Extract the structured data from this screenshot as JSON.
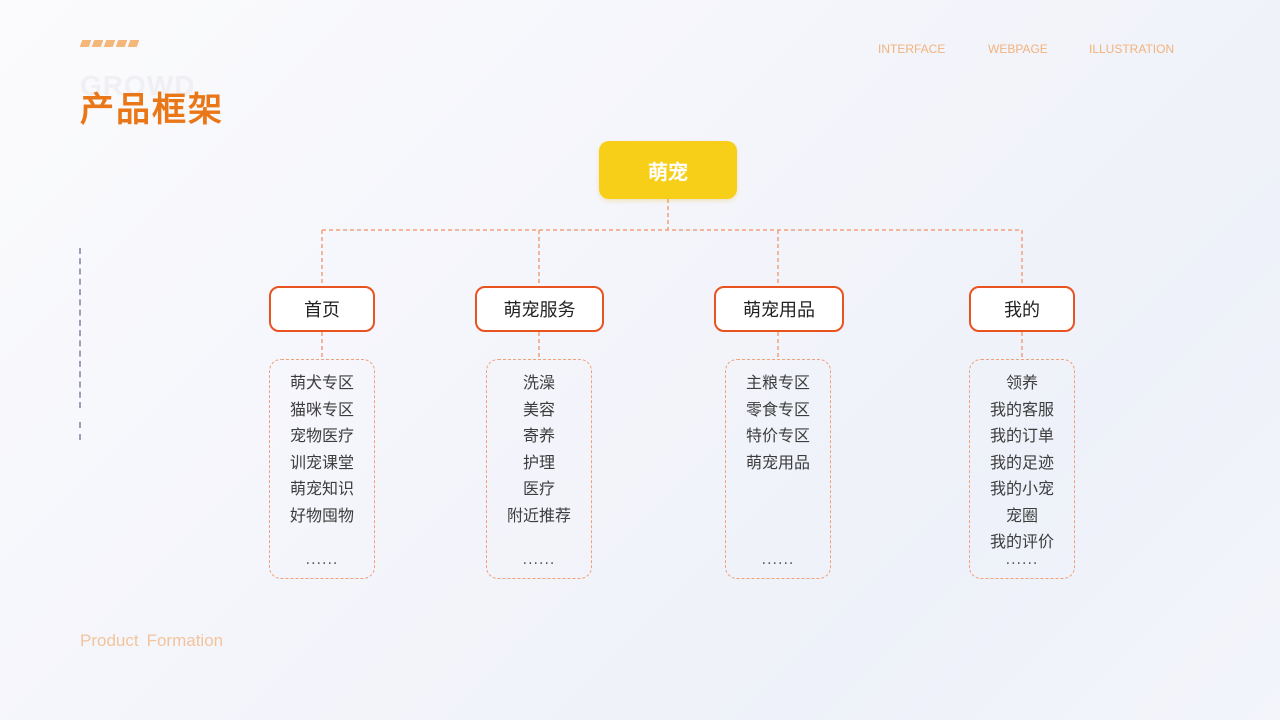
{
  "header": {
    "watermark": "GROWD",
    "title": "产品框架",
    "nav": [
      "INTERFACE",
      "WEBPAGE",
      "ILLUSTRATION"
    ]
  },
  "footer": {
    "word1": "Product",
    "word2": "Formation"
  },
  "colors": {
    "accent": "#ea7717",
    "root": "#f7cf18",
    "border": "#e9531f",
    "dash": "#f2a07a"
  },
  "tree": {
    "root": "萌宠",
    "categories": [
      {
        "label": "首页",
        "items": [
          "萌犬专区",
          "猫咪专区",
          "宠物医疗",
          "训宠课堂",
          "萌宠知识",
          "好物囤物"
        ],
        "more": "......"
      },
      {
        "label": "萌宠服务",
        "items": [
          "洗澡",
          "美容",
          "寄养",
          "护理",
          "医疗",
          "附近推荐"
        ],
        "more": "......"
      },
      {
        "label": "萌宠用品",
        "items": [
          "主粮专区",
          "零食专区",
          "特价专区",
          "萌宠用品"
        ],
        "more": "......"
      },
      {
        "label": "我的",
        "items": [
          "领养",
          "我的客服",
          "我的订单",
          "我的足迹",
          "我的小宠",
          "宠圈",
          "我的评价"
        ],
        "more": "......"
      }
    ]
  }
}
